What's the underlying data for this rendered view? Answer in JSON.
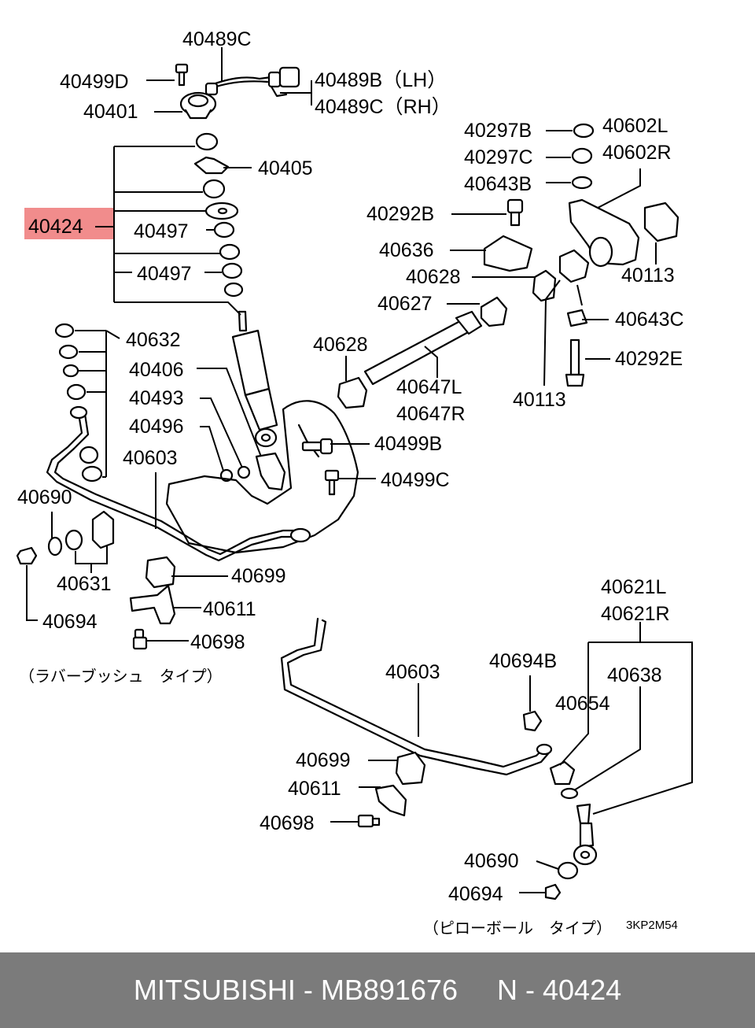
{
  "highlight": {
    "part": "40424",
    "color": "#f08080"
  },
  "labels": {
    "p40489C_top": "40489C",
    "p40499D": "40499D",
    "p40489B_LH": "40489B（LH）",
    "p40401": "40401",
    "p40489C_RH": "40489C（RH）",
    "p40405": "40405",
    "p40424": "40424",
    "p40497_a": "40497",
    "p40497_b": "40497",
    "p40297B": "40297B",
    "p40602L": "40602L",
    "p40297C": "40297C",
    "p40602R": "40602R",
    "p40643B": "40643B",
    "p40292B": "40292B",
    "p40636": "40636",
    "p40628_a": "40628",
    "p40113_a": "40113",
    "p40627": "40627",
    "p40643C": "40643C",
    "p40632": "40632",
    "p40628_b": "40628",
    "p40292E": "40292E",
    "p40406": "40406",
    "p40647L": "40647L",
    "p40647R": "40647R",
    "p40113_b": "40113",
    "p40493": "40493",
    "p40496": "40496",
    "p40499B": "40499B",
    "p40603_a": "40603",
    "p40499C": "40499C",
    "p40690_a": "40690",
    "p40699_a": "40699",
    "p40631": "40631",
    "p40611_a": "40611",
    "p40694_a": "40694",
    "p40698_a": "40698",
    "p40621L": "40621L",
    "p40621R": "40621R",
    "p40694B": "40694B",
    "p40603_b": "40603",
    "p40638": "40638",
    "p40654": "40654",
    "p40699_b": "40699",
    "p40611_b": "40611",
    "p40698_b": "40698",
    "p40690_b": "40690",
    "p40694_b": "40694"
  },
  "notes": {
    "rubber_bush_type": "（ラバーブッシュ　タイプ）",
    "pillow_ball_type": "（ピローボール　タイプ）",
    "diagram_code": "3KP2M54"
  },
  "footer": {
    "text": "MITSUBISHI - MB891676     N - 40424"
  }
}
